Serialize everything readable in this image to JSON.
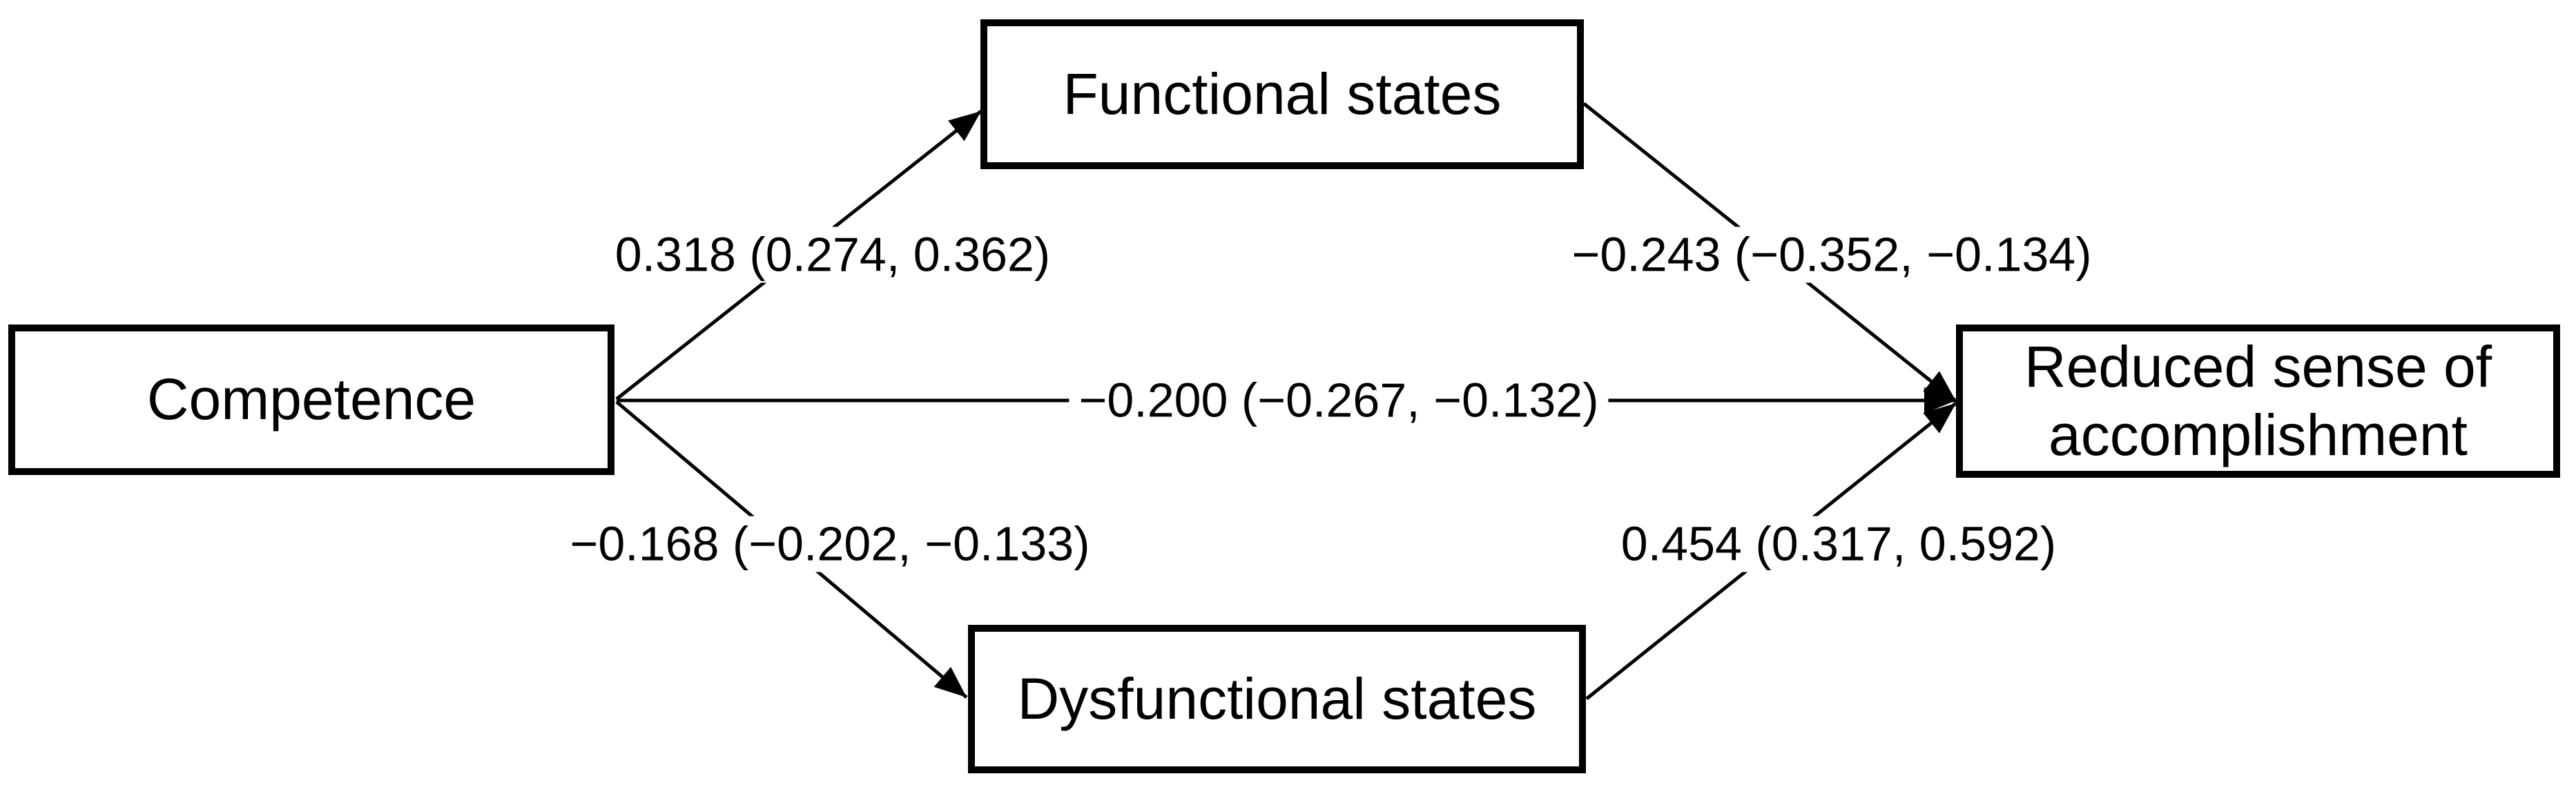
{
  "figure": {
    "type": "path-diagram",
    "background_color": "#ffffff",
    "line_color": "#000000",
    "text_color": "#000000",
    "nodes": [
      {
        "id": "competence",
        "label": "Competence"
      },
      {
        "id": "functional-states",
        "label": "Functional states"
      },
      {
        "id": "dysfunctional-states",
        "label": "Dysfunctional states"
      },
      {
        "id": "reduced-accomplishment",
        "label": "Reduced sense of accomplishment"
      }
    ],
    "edges": [
      {
        "from": "competence",
        "to": "functional-states",
        "label": "0.318 (0.274, 0.362)",
        "estimate": 0.318,
        "ci_lower": 0.274,
        "ci_upper": 0.362
      },
      {
        "from": "functional-states",
        "to": "reduced-accomplishment",
        "label": "−0.243 (−0.352, −0.134)",
        "estimate": -0.243,
        "ci_lower": -0.352,
        "ci_upper": -0.134
      },
      {
        "from": "competence",
        "to": "reduced-accomplishment",
        "label": "−0.200 (−0.267, −0.132)",
        "estimate": -0.2,
        "ci_lower": -0.267,
        "ci_upper": -0.132
      },
      {
        "from": "competence",
        "to": "dysfunctional-states",
        "label": "−0.168 (−0.202, −0.133)",
        "estimate": -0.168,
        "ci_lower": -0.202,
        "ci_upper": -0.133
      },
      {
        "from": "dysfunctional-states",
        "to": "reduced-accomplishment",
        "label": "0.454 (0.317, 0.592)",
        "estimate": 0.454,
        "ci_lower": 0.317,
        "ci_upper": 0.592
      }
    ]
  }
}
